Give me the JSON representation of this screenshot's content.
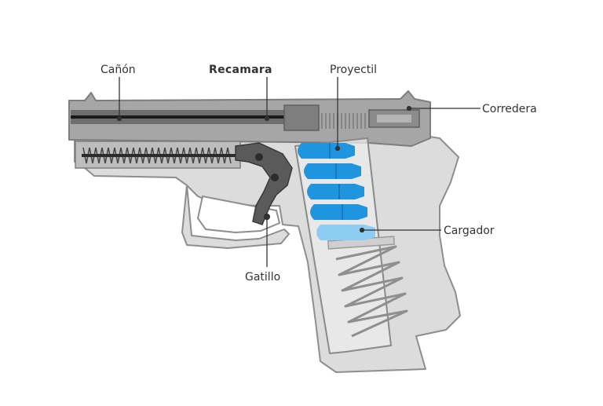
{
  "diagram": {
    "labels": {
      "canon": "Cañón",
      "recamara": "Recamara",
      "proyectil": "Proyectil",
      "corredera": "Corredera",
      "cargador": "Cargador",
      "gatillo": "Gatillo"
    },
    "colors": {
      "frame": "#d9d9d9",
      "frame_outline": "#8c8c8c",
      "slide": "#9a9a9a",
      "barrel": "#6b6b6b",
      "dark_parts": "#555555",
      "bullet": "#1f95e0",
      "bullet_light": "#8ecdf3",
      "leader": "#333333"
    },
    "icons": [
      "pistol-cutaway-illustration"
    ]
  }
}
